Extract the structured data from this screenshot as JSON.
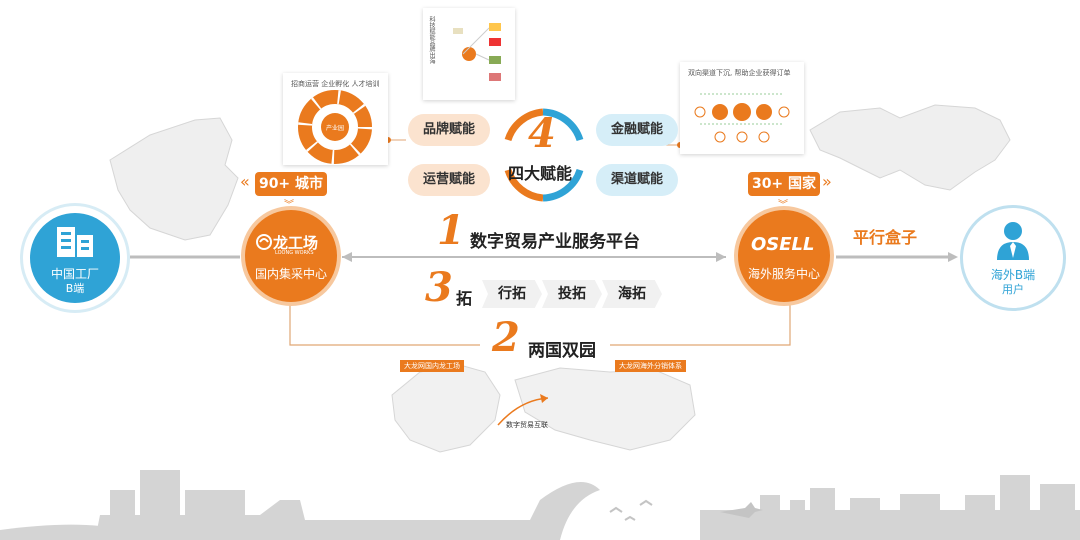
{
  "factory": {
    "line1": "中国工厂",
    "line2": "B端"
  },
  "user": {
    "line1": "海外B端",
    "line2": "用户"
  },
  "hub_cn": {
    "logo": "龙工场",
    "logo_en": "LOONG WORKS",
    "label": "国内集采中心",
    "tag": "90+ 城市"
  },
  "hub_os": {
    "logo": "OSELL",
    "label": "海外服务中心",
    "tag": "30+ 国家"
  },
  "box_label": "平行盒子",
  "platform": {
    "num": "1",
    "label": "数字贸易产业服务平台"
  },
  "parks": {
    "num": "2",
    "label": "两国双园",
    "map_cn_title": "大龙网国内龙工场",
    "map_os_title": "大龙网海外分销体系",
    "link": "数字贸易互联"
  },
  "expand": {
    "num": "3",
    "suffix": "拓",
    "items": [
      "行拓",
      "投拓",
      "海拓"
    ]
  },
  "empower": {
    "num": "4",
    "label": "四大赋能",
    "left": [
      "品牌赋能",
      "运营赋能"
    ],
    "right": [
      "金融赋能",
      "渠道赋能"
    ]
  },
  "panel_left": {
    "header": "招商运营  企业孵化  人才培训",
    "center": "产业园"
  },
  "panel_right": {
    "header": "双向渠道下沉, 帮助企业获得订单"
  },
  "panel_top": {
    "lines": [
      "科",
      "技",
      "赋",
      "能",
      "品",
      "牌",
      "出",
      "海"
    ]
  },
  "colors": {
    "accent": "#ea7a1e",
    "blue": "#2fa3d6",
    "gray": "#9a9a9a"
  }
}
